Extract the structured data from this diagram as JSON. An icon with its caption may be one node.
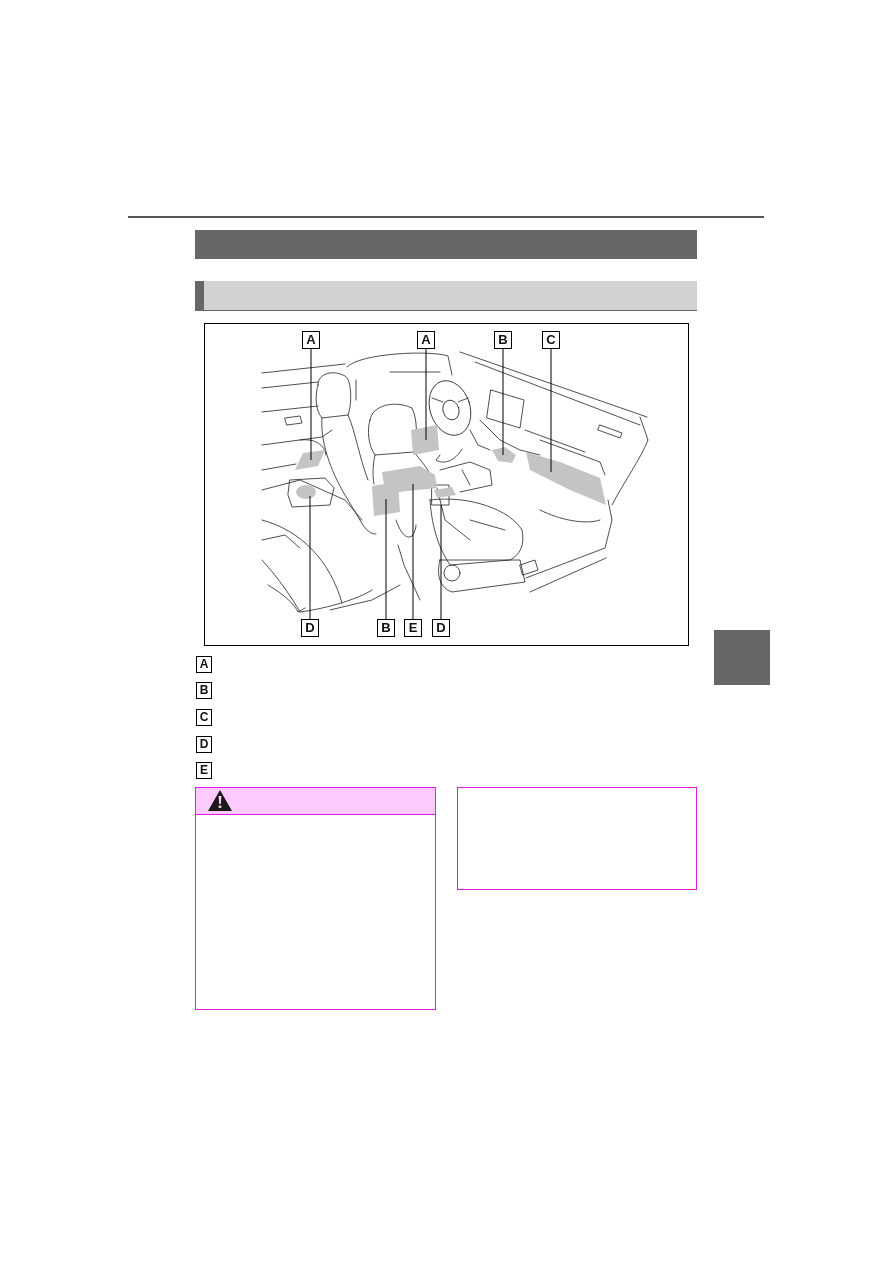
{
  "diagram": {
    "nodes": [
      {
        "text": [],
        "shape": "bar"
      },
      {
        "text": [],
        "shape": "bar"
      },
      {
        "text": [
          "A"
        ]
      },
      {
        "text": [
          "A"
        ]
      },
      {
        "text": [
          "B"
        ]
      },
      {
        "text": [
          "C"
        ]
      },
      {
        "text": [
          "D"
        ]
      },
      {
        "text": [
          "B"
        ]
      },
      {
        "text": [
          "E"
        ]
      },
      {
        "text": [
          "D"
        ]
      }
    ],
    "edges": [
      {
        "from": 2,
        "to": null,
        "arrow": "none"
      },
      {
        "from": 3,
        "to": null,
        "arrow": "none"
      },
      {
        "from": 4,
        "to": null,
        "arrow": "none"
      },
      {
        "from": 5,
        "to": null,
        "arrow": "none"
      },
      {
        "from": 6,
        "to": null,
        "arrow": "none"
      },
      {
        "from": 7,
        "to": null,
        "arrow": "none"
      },
      {
        "from": 8,
        "to": null,
        "arrow": "none"
      },
      {
        "from": 9,
        "to": null,
        "arrow": "none"
      }
    ],
    "labels": [
      "A",
      "B",
      "C",
      "D",
      "E"
    ]
  }
}
